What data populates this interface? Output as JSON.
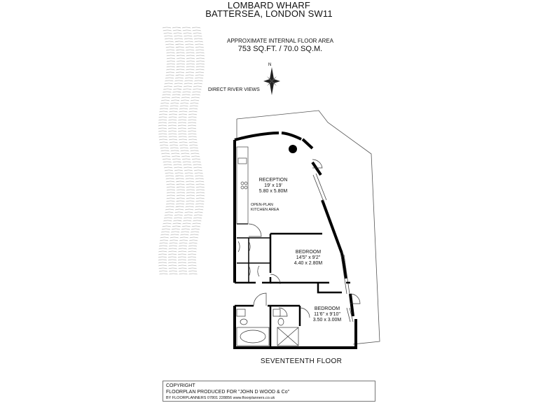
{
  "header": {
    "address_line1": "LOMBARD WHARF",
    "address_line2": "BATTERSEA, LONDON SW11"
  },
  "area": {
    "label": "APPROXIMATE INTERNAL FLOOR AREA",
    "value": "753 SQ.FT. / 70.0 SQ.M."
  },
  "compass": {
    "label": "N"
  },
  "river_label": "DIRECT RIVER VIEWS",
  "rooms": {
    "reception": {
      "name": "RECEPTION",
      "imperial": "19' x 19'",
      "metric": "5.80 x 5.80M"
    },
    "kitchen": {
      "line1": "OPEN-PLAN",
      "line2": "KITCHEN AREA"
    },
    "bedroom1": {
      "name": "BEDROOM",
      "imperial": "14'5\" x 9'2\"",
      "metric": "4.40 x 2.80M"
    },
    "bedroom2": {
      "name": "BEDROOM",
      "imperial": "11'6\" x 9'10\"",
      "metric": "3.50 x 3.00M"
    }
  },
  "floor_label": "SEVENTEENTH FLOOR",
  "copyright": {
    "line1": "COPYRIGHT",
    "line2": "FLOORPLAN PRODUCED FOR \"JOHN D WOOD & Co\"",
    "line3": "BY FLOORPLANNERS 07801 228856 www.floorplanners.co.uk"
  }
}
